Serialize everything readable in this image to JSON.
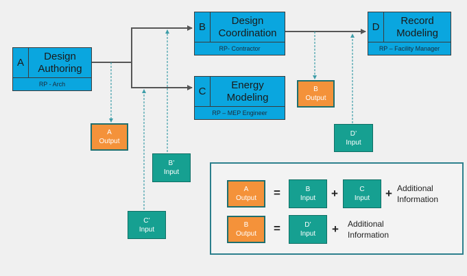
{
  "processes": {
    "a": {
      "letter": "A",
      "line1": "Design",
      "line2": "Authoring",
      "rp": "RP - Arch"
    },
    "b": {
      "letter": "B",
      "line1": "Design",
      "line2": "Coordination",
      "rp": "RP- Contractor"
    },
    "c": {
      "letter": "C",
      "line1": "Energy",
      "line2": "Modeling",
      "rp": "RP – MEP Engineer"
    },
    "d": {
      "letter": "D",
      "line1": "Record",
      "line2": "Modeling",
      "rp": "RP – Facility Manager"
    }
  },
  "tags": {
    "a_output": {
      "line1": "A",
      "line2": "Output"
    },
    "b_output": {
      "line1": "B",
      "line2": "Output"
    },
    "b_input": {
      "line1": "B’",
      "line2": "Input"
    },
    "c_input": {
      "line1": "C’",
      "line2": "Input"
    },
    "d_input": {
      "line1": "D’",
      "line2": "Input"
    }
  },
  "legend": {
    "row1": {
      "output": {
        "line1": "A",
        "line2": "Output"
      },
      "equals": "=",
      "term1": {
        "line1": "B",
        "line2": "Input"
      },
      "plus1": "+",
      "term2": {
        "line1": "C",
        "line2": "Input"
      },
      "plus2": "+",
      "info_line1": "Additional",
      "info_line2": "Information"
    },
    "row2": {
      "output": {
        "line1": "B",
        "line2": "Output"
      },
      "equals": "=",
      "term1": {
        "line1": "D’",
        "line2": "Input"
      },
      "plus1": "+",
      "info_line1": "Additional",
      "info_line2": "Information"
    }
  },
  "colors": {
    "process": "#0aa6df",
    "output": "#f4923a",
    "input": "#16a091",
    "arrow": "#555555",
    "dashed": "#3d9da8"
  }
}
